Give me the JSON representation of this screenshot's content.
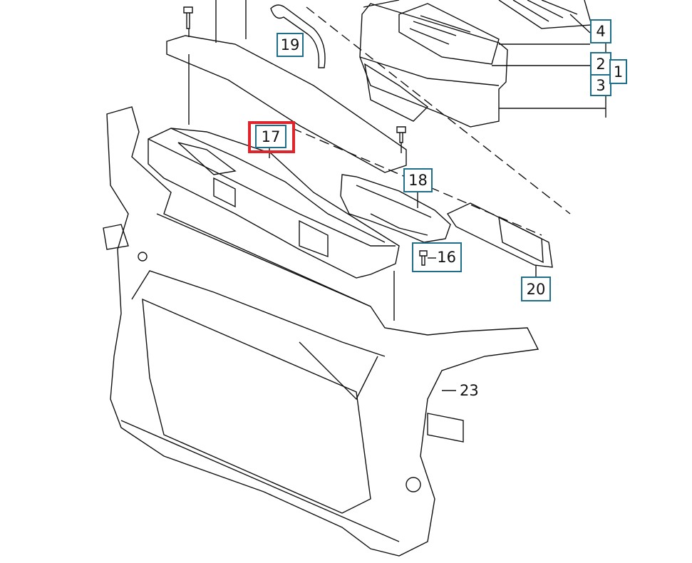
{
  "diagram": {
    "callouts": {
      "c1": "1",
      "c2": "2",
      "c3": "3",
      "c4": "4",
      "c16": "16",
      "c17": "17",
      "c18": "18",
      "c19": "19",
      "c20": "20",
      "c23": "23"
    },
    "highlighted": "17",
    "colors": {
      "callout_border": "#1f6f8b",
      "highlight": "#e0242b",
      "line": "#111111"
    }
  }
}
